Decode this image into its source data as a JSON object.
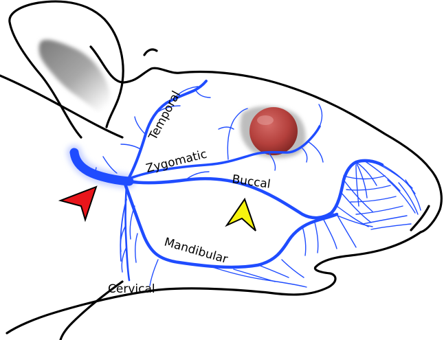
{
  "labels": {
    "temporal": "Temporal",
    "zygomatic": "Zygomatic",
    "buccal": "Buccal",
    "mandibular": "Mandibular",
    "cervical": "Cervical"
  },
  "colors": {
    "outline": "#000000",
    "nerve": "#1f4cff",
    "eye": "#b4403c",
    "red_arrowhead": "#e8151b",
    "yellow_arrowhead": "#f7f40e"
  },
  "icons": {
    "red_marker": "red-arrowhead-icon",
    "yellow_marker": "yellow-arrowhead-icon"
  }
}
